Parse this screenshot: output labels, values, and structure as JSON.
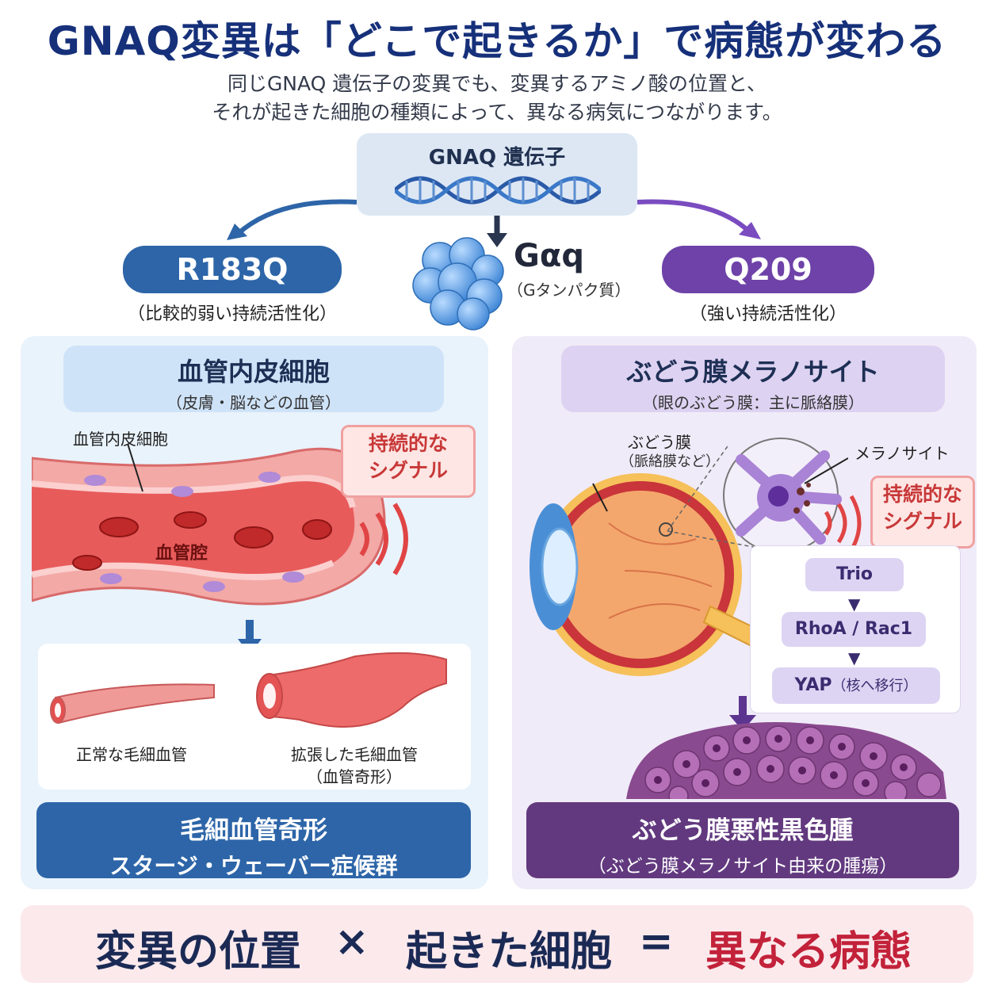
{
  "header": {
    "title": "GNAQ変異は「どこで起きるか」で病態が変わる",
    "subtitle_line1": "同じGNAQ 遺伝子の変異でも、変異するアミノ酸の位置と、",
    "subtitle_line2": "それが起きた細胞の種類によって、異なる病気につながります。"
  },
  "gene": {
    "label": "GNAQ 遺伝子",
    "icon": "dna-icon"
  },
  "protein": {
    "name": "Gαq",
    "sub": "（Gタンパク質）",
    "icon": "protein-icon"
  },
  "mutations": {
    "left": {
      "name": "R183Q",
      "desc": "（比較的弱い持続活性化）",
      "color": "#2d65a8"
    },
    "right": {
      "name": "Q209",
      "desc": "（強い持続活性化）",
      "color": "#6e42a8"
    }
  },
  "left_panel": {
    "cell_title": "血管内皮細胞",
    "cell_sub": "（皮膚・脳などの血管）",
    "label_endothelial": "血管内皮細胞",
    "label_lumen": "血管腔",
    "signal_line1": "持続的な",
    "signal_line2": "シグナル",
    "normal_label": "正常な毛細血管",
    "dilated_label": "拡張した毛細血管",
    "dilated_sub": "（血管奇形）",
    "result_line1": "毛細血管奇形",
    "result_line2": "スタージ・ウェーバー症候群"
  },
  "right_panel": {
    "cell_title": "ぶどう膜メラノサイト",
    "cell_sub": "（眼のぶどう膜：主に脈絡膜）",
    "label_uvea": "ぶどう膜",
    "label_uvea_sub": "（脈絡膜など）",
    "label_melanocyte": "メラノサイト",
    "signal_line1": "持続的な",
    "signal_line2": "シグナル",
    "pathway": [
      "Trio",
      "RhoA / Rac1",
      "YAP"
    ],
    "yap_sub": "（核へ移行）",
    "result_line1": "ぶどう膜悪性黒色腫",
    "result_line2": "（ぶどう膜メラノサイト由来の腫瘍）"
  },
  "equation": {
    "term1": "変異の位置",
    "op1": "×",
    "term2": "起きた細胞",
    "op2": "=",
    "result": "異なる病態",
    "result_color": "#c2223a"
  }
}
